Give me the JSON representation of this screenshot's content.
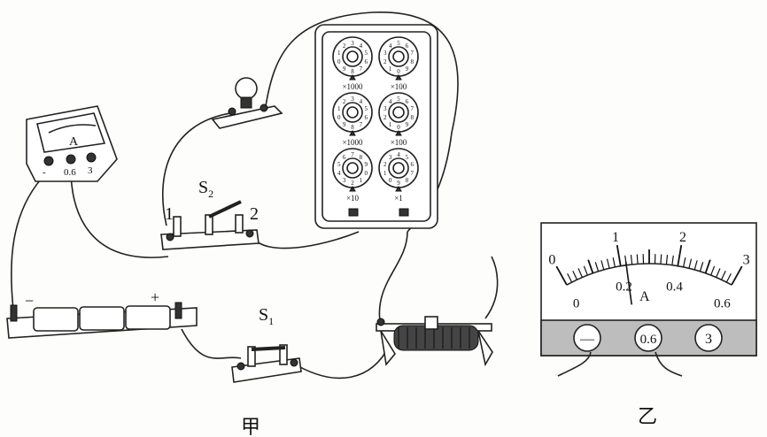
{
  "labels": {
    "figure_a": "甲",
    "figure_b": "乙"
  },
  "ammeter_small": {
    "symbol": "A",
    "terminals": [
      "-",
      "0.6",
      "3"
    ]
  },
  "battery": {
    "neg": "−",
    "pos": "+"
  },
  "switch_s2": {
    "name": "S",
    "sub": "2",
    "pos1": "1",
    "pos2": "2"
  },
  "switch_s1": {
    "name": "S",
    "sub": "1"
  },
  "resistance_box": {
    "dials": [
      {
        "digits": "1 2 3 4 5 6 7 8 9 0",
        "multiplier": "×1000"
      },
      {
        "digits": "3 4 5 6 7 8 9 0 1 2",
        "multiplier": "×100"
      },
      {
        "digits": "1 2 3 4 5 6 7 8 9 0",
        "multiplier": "×1000"
      },
      {
        "digits": "3 4 5 6 7 8 9 0 1 2",
        "multiplier": "×100"
      },
      {
        "digits": "5 6 7 8 9 0 1 2 3 4",
        "multiplier": "×10"
      },
      {
        "digits": "2 3 4 5 6 7 8 9 0 1",
        "multiplier": "×1"
      }
    ]
  },
  "meter": {
    "unit": "A",
    "upper_scale": [
      "0",
      "1",
      "2",
      "3"
    ],
    "lower_scale": [
      "0",
      "0.2",
      "0.4",
      "0.6"
    ],
    "terminals": [
      "—",
      "0.6",
      "3"
    ],
    "needle_value": 0.22,
    "full_scale": 0.6
  }
}
